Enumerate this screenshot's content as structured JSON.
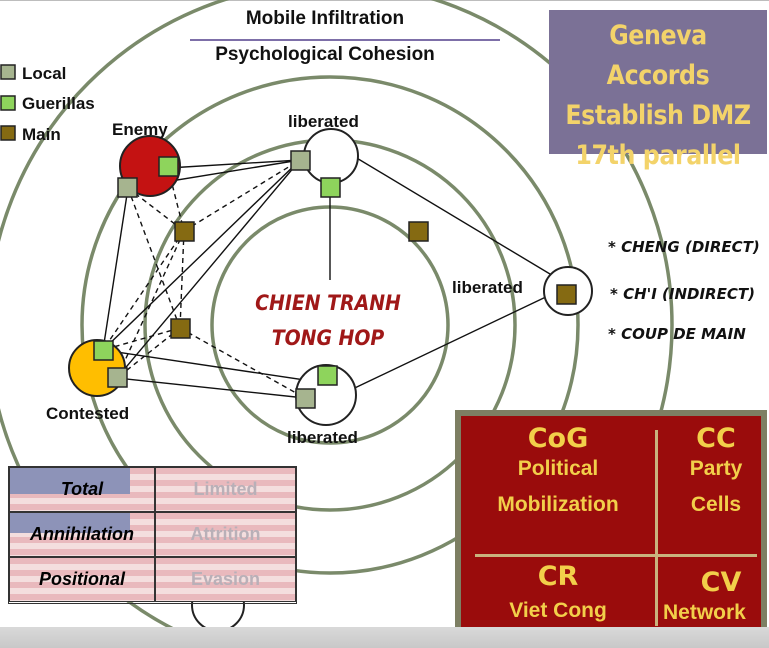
{
  "title": {
    "line1": "Mobile Infiltration",
    "line2": "Psychological Cohesion"
  },
  "legend": [
    {
      "label": "Local",
      "color": "#a6b48f"
    },
    {
      "label": "Guerillas",
      "color": "#8ed45c"
    },
    {
      "label": "Main",
      "color": "#856a12"
    }
  ],
  "nodes": {
    "enemy": {
      "label": "Enemy",
      "color": "#c41212"
    },
    "contested": {
      "label": "Contested",
      "color": "#ffbe00"
    },
    "liberated_top": {
      "label": "liberated"
    },
    "liberated_right": {
      "label": "liberated"
    },
    "liberated_bottom": {
      "label": "liberated"
    }
  },
  "center": {
    "line1": "CHIEN TRANH",
    "line2": "TONG HOP"
  },
  "tactics": [
    "* Cheng (Direct)",
    "* Ch'i (Indirect)",
    "* Coup de Main"
  ],
  "geneva": {
    "line1": "Geneva Accords",
    "line2": "Establish DMZ",
    "line3": "17th parallel",
    "bg_color": "#7b7196",
    "text_color": "#f3d36a"
  },
  "war_table": [
    {
      "left": "Total",
      "right": "Limited"
    },
    {
      "left": "Annihilation",
      "right": "Attrition"
    },
    {
      "left": "Positional",
      "right": "Evasion"
    }
  ],
  "cog_box": {
    "bg_color": "#9a0c0c",
    "quadrants": [
      {
        "abbr": "CoG",
        "line1": "Political",
        "line2": "Mobilization"
      },
      {
        "abbr": "CC",
        "line1": "Party",
        "line2": "Cells"
      },
      {
        "abbr": "CR",
        "line1": "Viet Cong",
        "line2": ""
      },
      {
        "abbr": "CV",
        "line1": "Network",
        "line2": ""
      }
    ]
  }
}
